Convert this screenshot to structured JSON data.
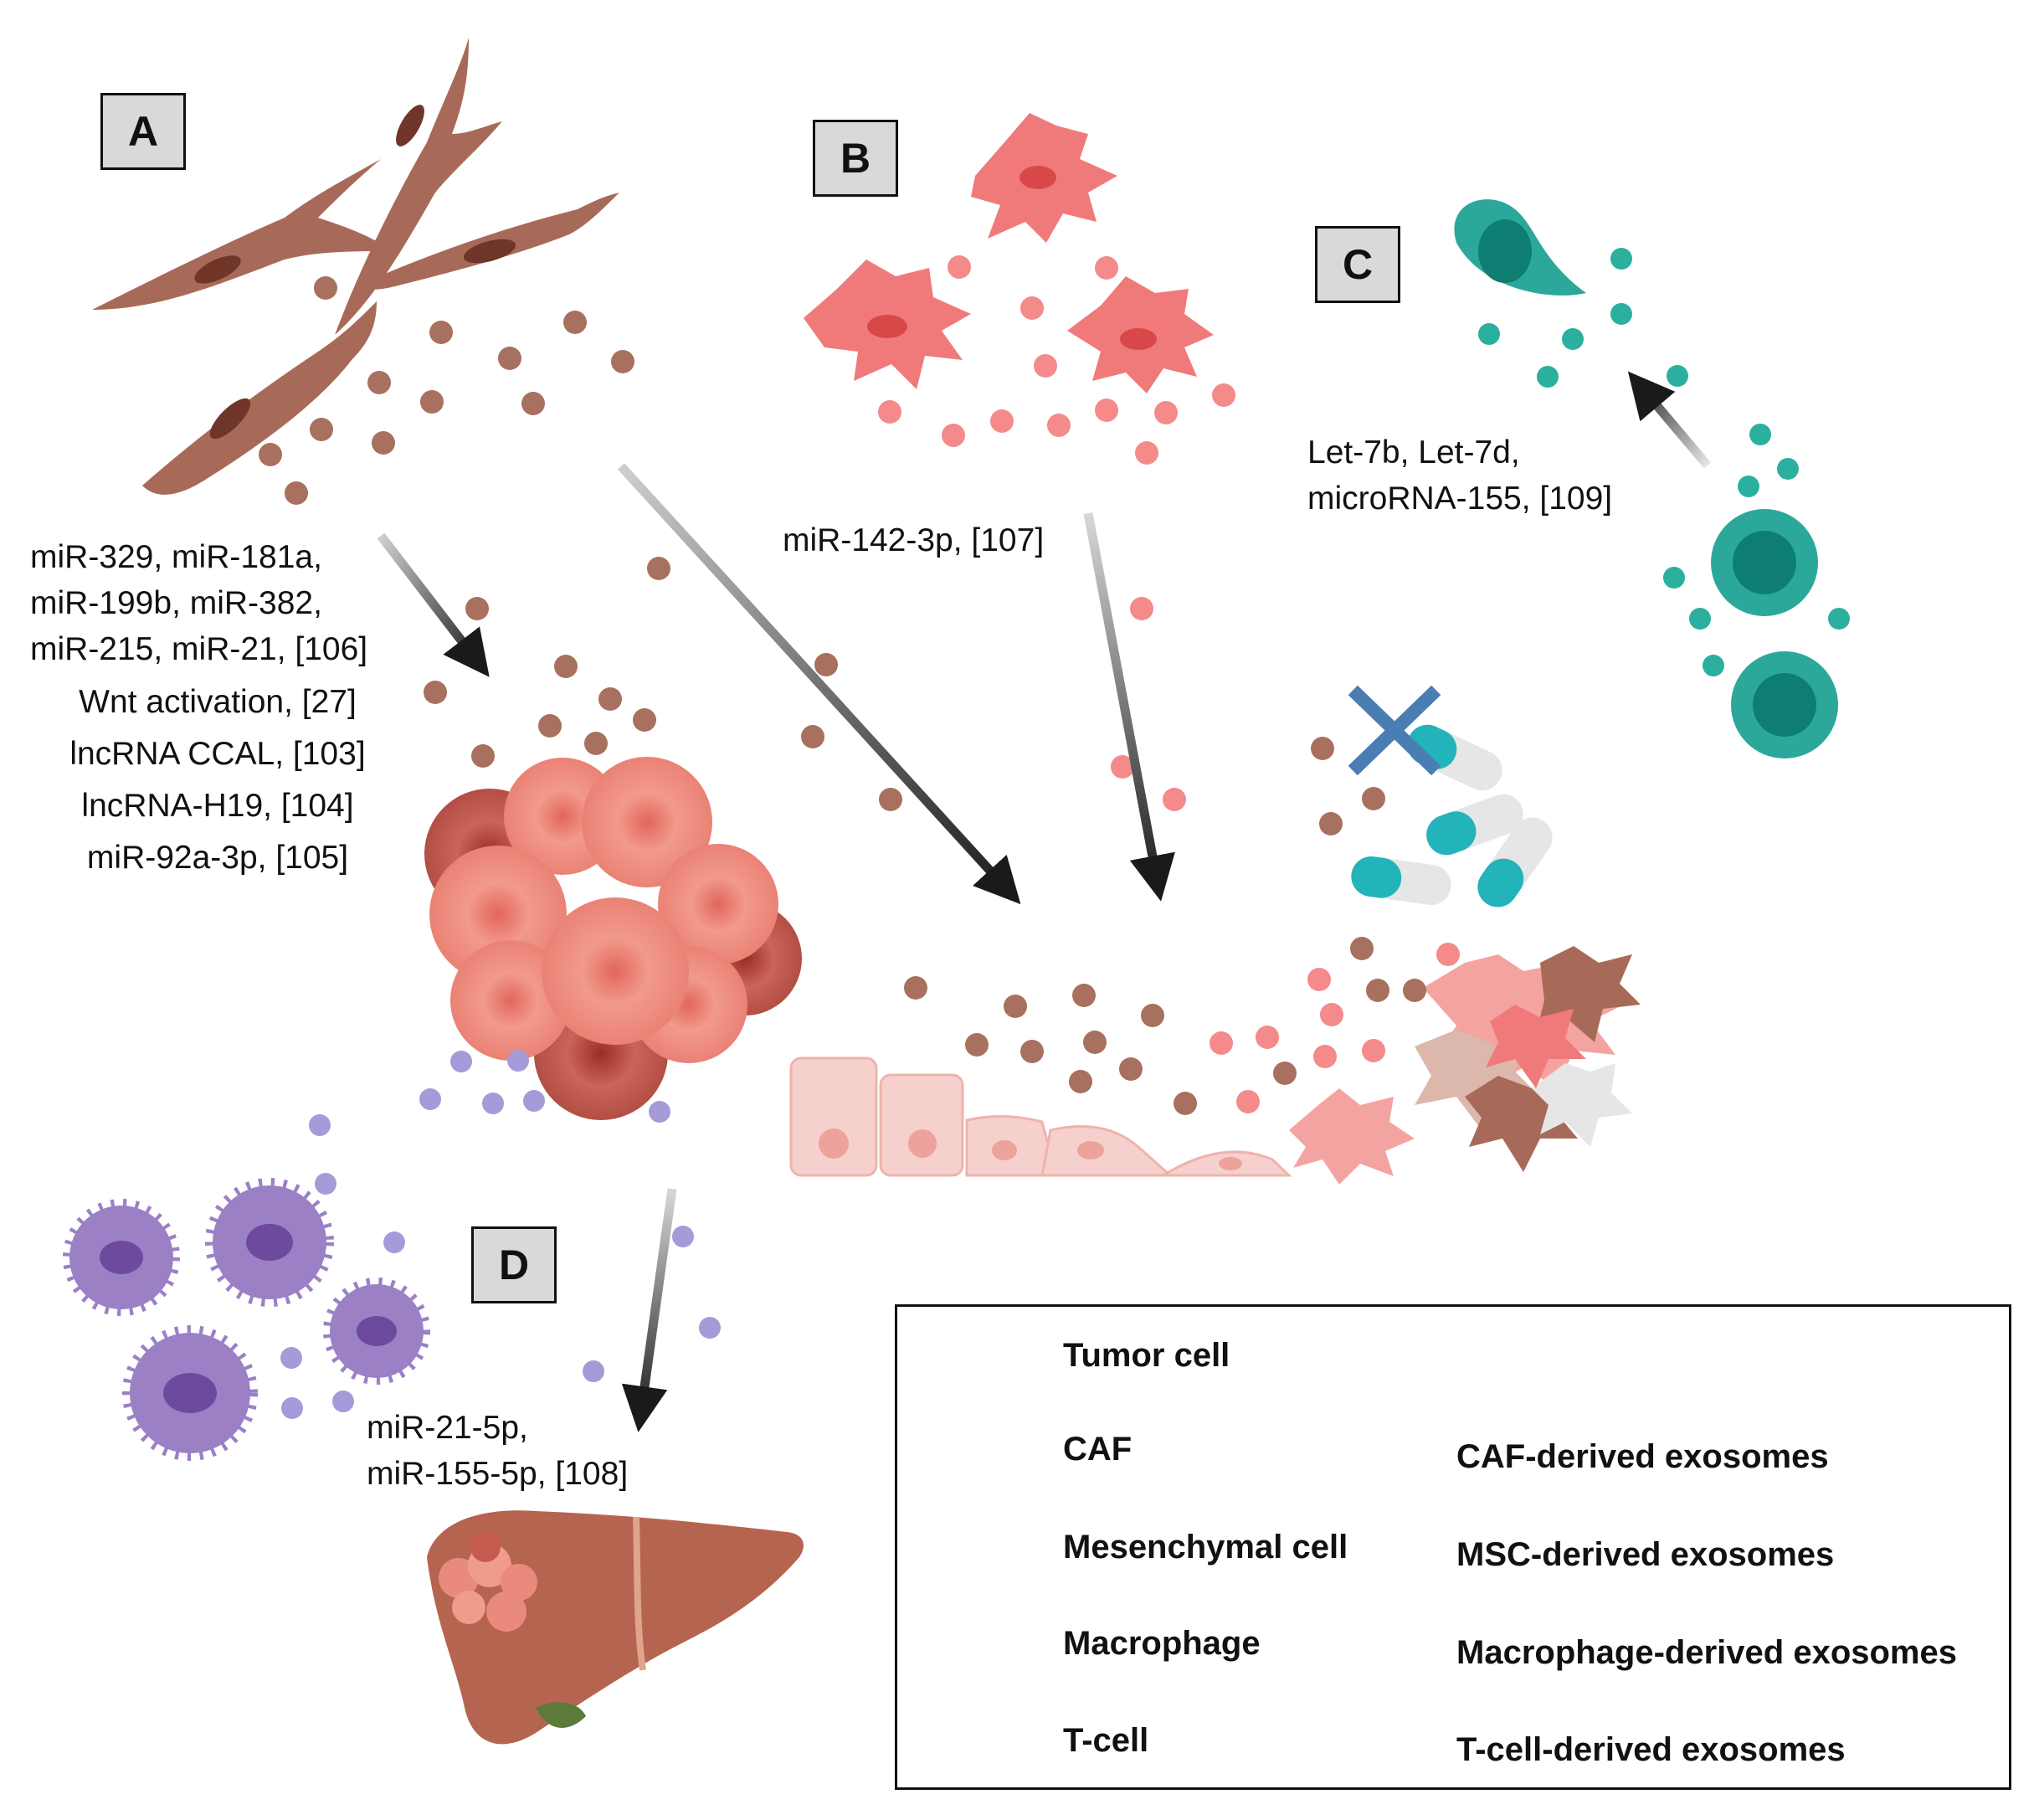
{
  "panels": {
    "a": "A",
    "b": "B",
    "c": "C",
    "d": "D"
  },
  "labels": {
    "caf_mirnas": [
      "miR-329, miR-181a,",
      "miR-199b, miR-382,",
      "miR-215, miR-21, [106]"
    ],
    "caf_other": [
      "Wnt activation, [27]",
      "lncRNA CCAL, [103]",
      "lncRNA-H19, [104]",
      "miR-92a-3p, [105]"
    ],
    "msc": "miR-142-3p, [107]",
    "tcell": [
      "Let-7b, Let-7d,",
      "microRNA-155, [109]"
    ],
    "macrophage": [
      "miR-21-5p,",
      "miR-155-5p, [108]"
    ]
  },
  "legend": {
    "cells": [
      "Tumor cell",
      "CAF",
      "Mesenchymal cell",
      "Macrophage",
      "T-cell"
    ],
    "exosomes": [
      "CAF-derived exosomes",
      "MSC-derived exosomes",
      "Macrophage-derived exosomes",
      "T-cell-derived exosomes"
    ]
  },
  "colors": {
    "caf": "#a86a58",
    "caf_exosome": "#a8705e",
    "msc": "#f07a7a",
    "msc_exosome": "#f48a8a",
    "tcell": "#2ba89a",
    "tcell_exosome": "#2bb09f",
    "macrophage": "#9b80c6",
    "macrophage_exosome": "#a79ad8",
    "tumor": "#ea8a7c",
    "drug_cross": "#4a7eb2"
  }
}
